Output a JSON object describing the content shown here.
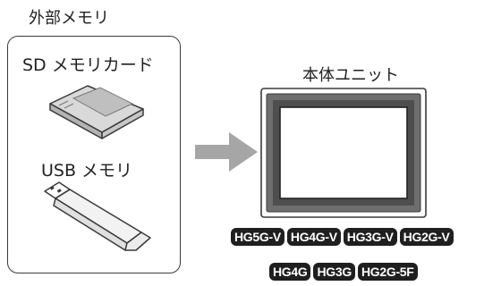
{
  "external_memory": {
    "title": "外部メモリ",
    "sd_label": "SD メモリカード",
    "usb_label": "USB メモリ"
  },
  "main_unit": {
    "title": "本体ユニット"
  },
  "models": {
    "row1": [
      "HG5G-V",
      "HG4G-V",
      "HG3G-V",
      "HG2G-V"
    ],
    "row2": [
      "HG4G",
      "HG3G",
      "HG2G-5F"
    ]
  },
  "colors": {
    "badge_bg": "#1f1f1f",
    "badge_text": "#ffffff",
    "arrow": "#a6a6a6",
    "outline": "#3a3a3a"
  }
}
